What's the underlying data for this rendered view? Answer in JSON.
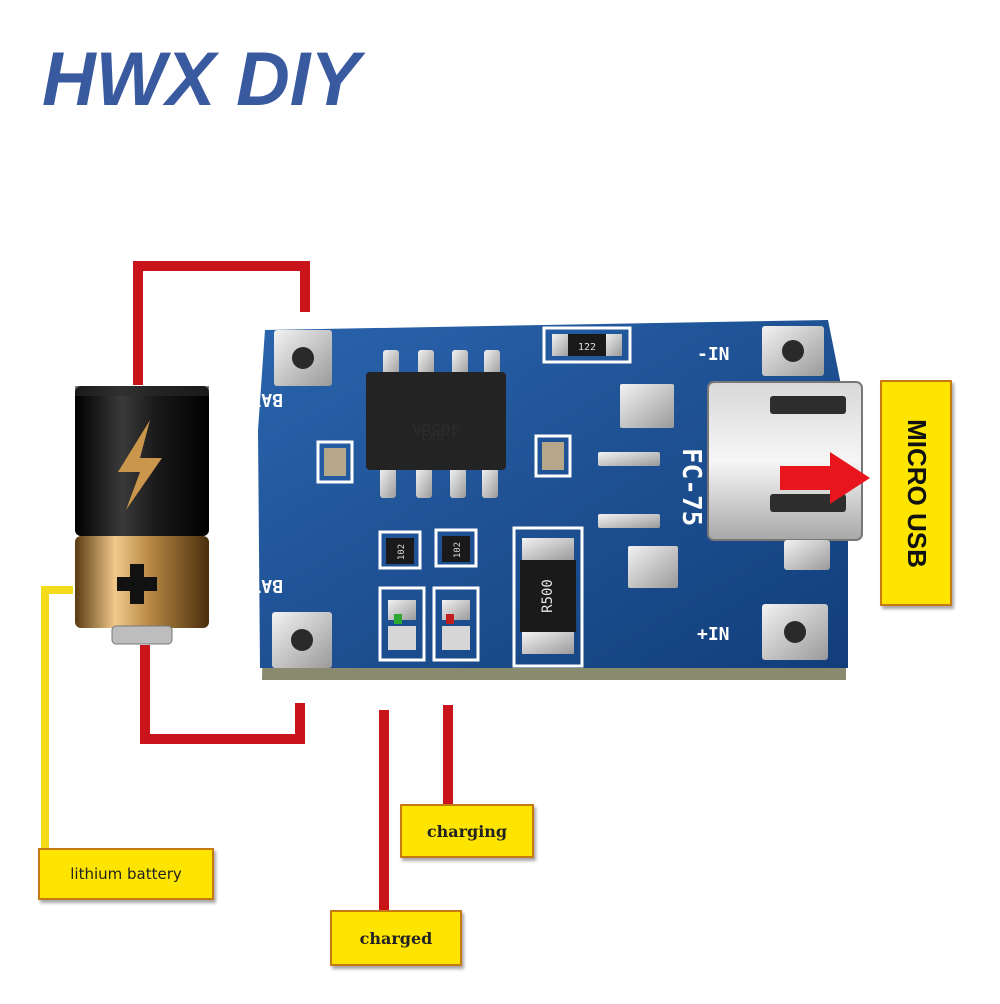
{
  "brand": {
    "logo_text": "HWX DIY",
    "colors": {
      "primary": "#3a5aa0",
      "accent": "#e08020"
    }
  },
  "labels": {
    "lithium_battery": "lithium battery",
    "charging": "charging",
    "charged": "charged",
    "micro_usb": "MICRO USB"
  },
  "board": {
    "bat_minus": "BAT-",
    "bat_plus": "BAT+",
    "in_minus": "-IN",
    "in_plus": "+IN",
    "model": "FC-75",
    "chip_line1": "4056A",
    "chip_line2": "8X1",
    "resistor_r500": "R500",
    "resistor_122": "122",
    "resistor_102a": "102",
    "resistor_102b": "102"
  },
  "colors": {
    "wire_red": "#c8141a",
    "wire_yellow": "#f2dc1a",
    "pcb_blue": "#1b4f96",
    "label_fill": "#fde500",
    "label_border": "#c77a12",
    "battery_gold": "#c9964c",
    "battery_black": "#111111"
  },
  "icons": [
    "lightning-bolt-icon",
    "plus-icon",
    "arrow-right-icon"
  ]
}
